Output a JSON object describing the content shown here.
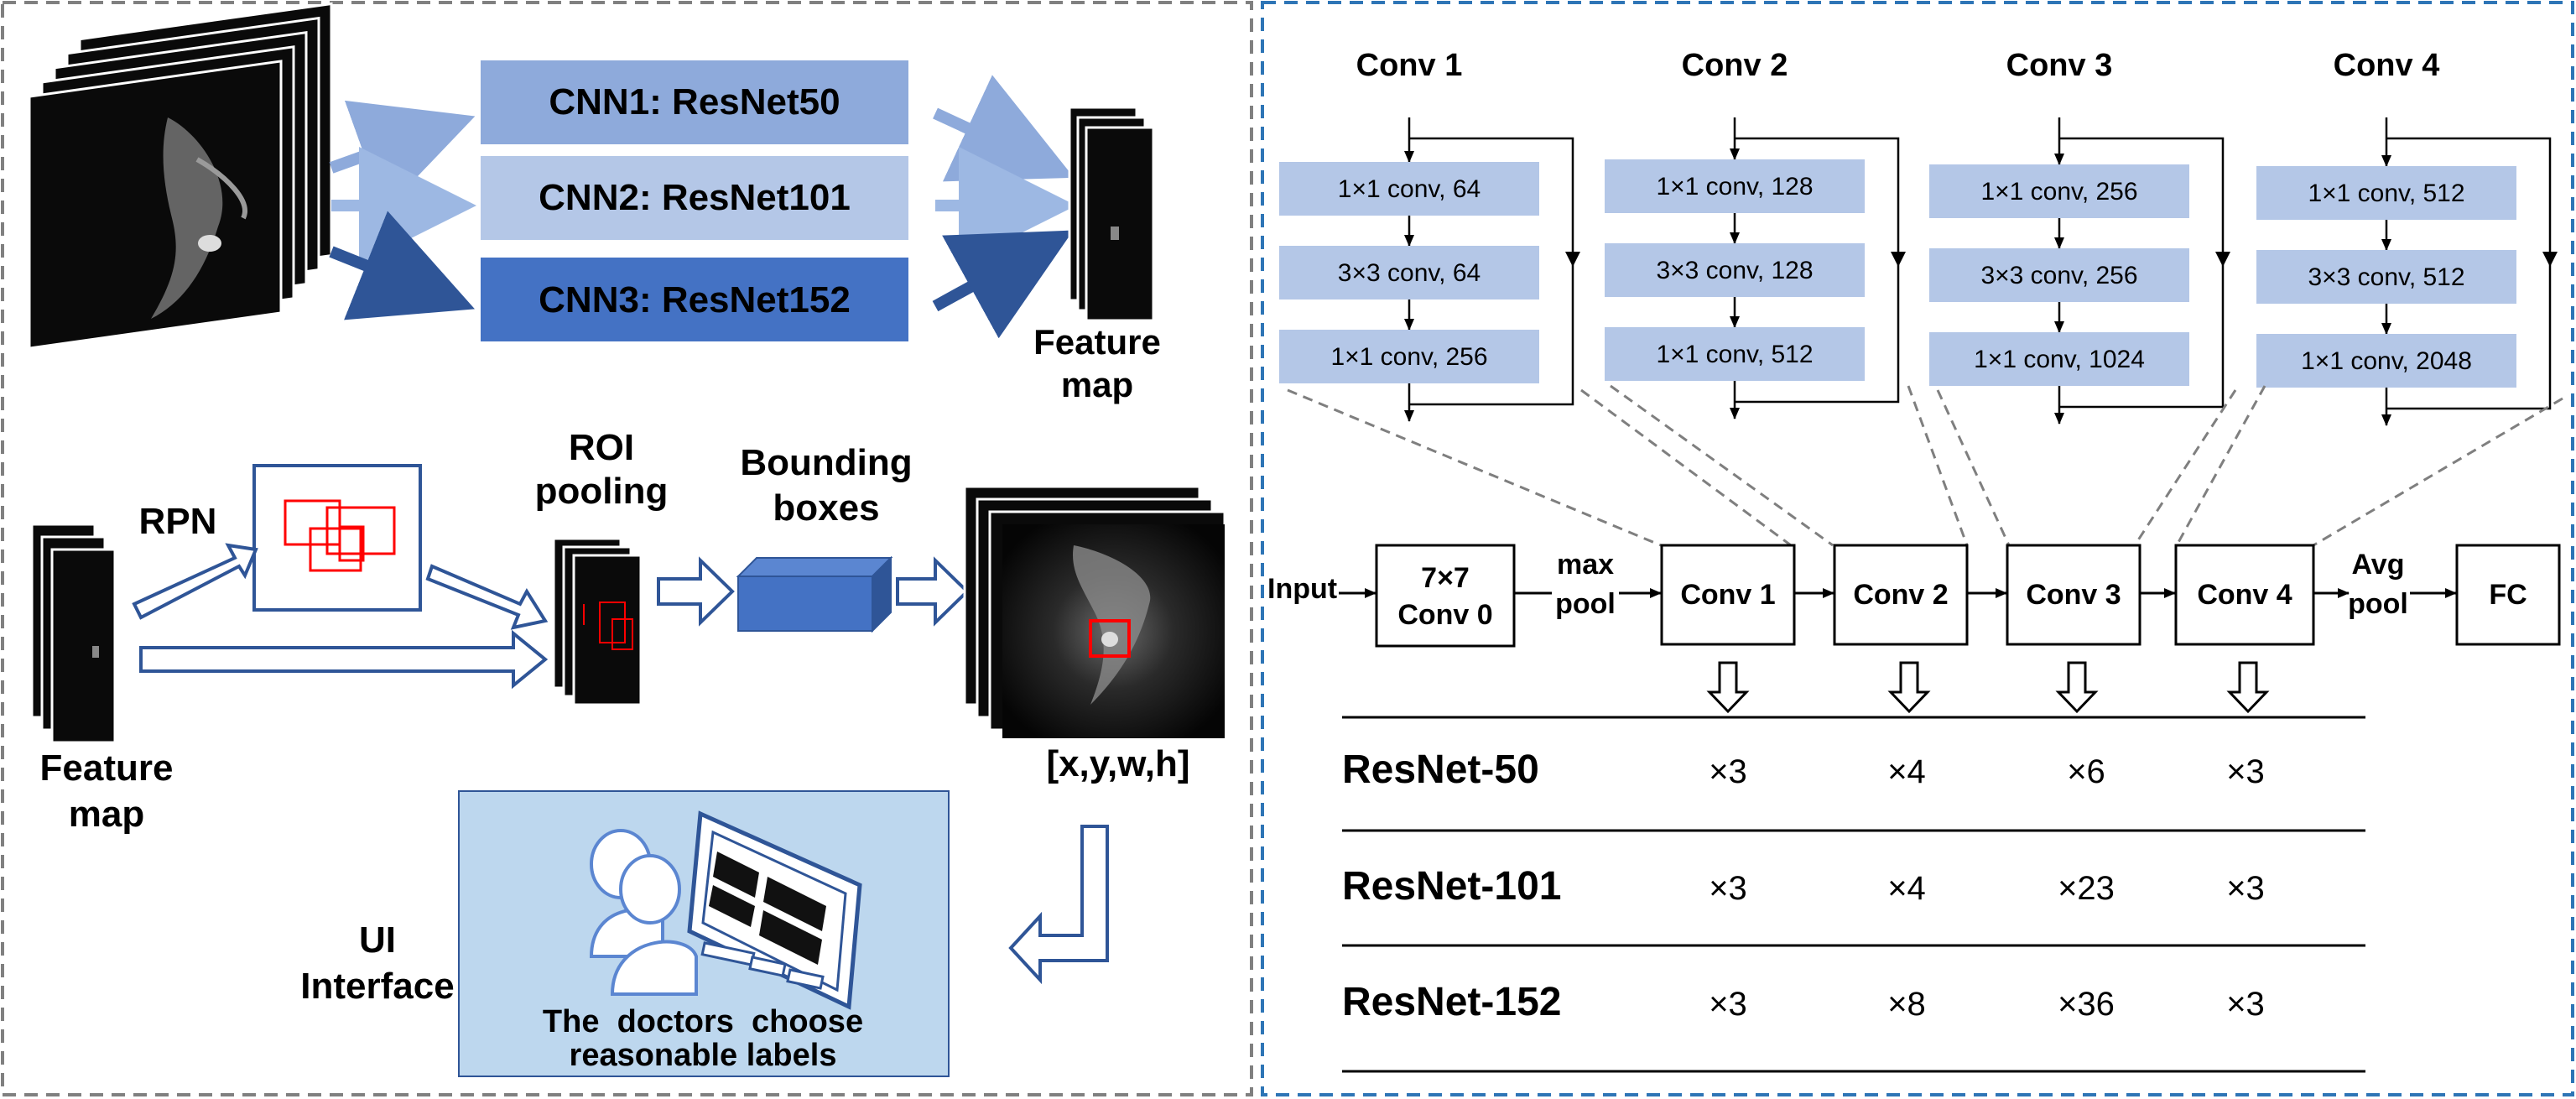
{
  "left_panel": {
    "cnn_boxes": [
      {
        "label": "CNN1: ResNet50",
        "color": "#8eaadb"
      },
      {
        "label": "CNN2: ResNet101",
        "color": "#b4c7e7"
      },
      {
        "label": "CNN3: ResNet152",
        "color": "#4472c4"
      }
    ],
    "feature_map_top": [
      "Feature",
      "map"
    ],
    "feature_map_bottom": [
      "Feature",
      "map"
    ],
    "rpn_label": "RPN",
    "roi_label": [
      "ROI",
      "pooling"
    ],
    "bbox_label": [
      "Bounding",
      "boxes"
    ],
    "coords_label": "[x,y,w,h]",
    "ui_label": [
      "UI",
      "Interface"
    ],
    "doctors_label": [
      "The  doctors  choose",
      "reasonable labels"
    ]
  },
  "right_panel": {
    "stages": [
      {
        "title": "Conv 1",
        "layers": [
          "1×1 conv, 64",
          "3×3 conv, 64",
          "1×1 conv, 256"
        ]
      },
      {
        "title": "Conv 2",
        "layers": [
          "1×1 conv, 128",
          "3×3 conv, 128",
          "1×1 conv, 512"
        ]
      },
      {
        "title": "Conv 3",
        "layers": [
          "1×1 conv, 256",
          "3×3 conv, 256",
          "1×1 conv, 1024"
        ]
      },
      {
        "title": "Conv 4",
        "layers": [
          "1×1 conv, 512",
          "3×3 conv, 512",
          "1×1 conv, 2048"
        ]
      }
    ],
    "pipeline": {
      "input": "Input",
      "conv0": [
        "7×7",
        "Conv 0"
      ],
      "maxpool": [
        "max",
        "pool"
      ],
      "blocks": [
        "Conv 1",
        "Conv 2",
        "Conv 3",
        "Conv 4"
      ],
      "avgpool": [
        "Avg",
        "pool"
      ],
      "fc": "FC"
    },
    "table": {
      "rows": [
        {
          "name": "ResNet-50",
          "repeats": [
            "×3",
            "×4",
            "×6",
            "×3"
          ]
        },
        {
          "name": "ResNet-101",
          "repeats": [
            "×3",
            "×4",
            "×23",
            "×3"
          ]
        },
        {
          "name": "ResNet-152",
          "repeats": [
            "×3",
            "×8",
            "×36",
            "×3"
          ]
        }
      ]
    }
  },
  "colors": {
    "layer_box": "#b4c7e7",
    "arrow_blue": "#2f5597",
    "left_border": "#808080",
    "right_border": "#2e75b6",
    "ui_panel": "#bdd7ee"
  }
}
